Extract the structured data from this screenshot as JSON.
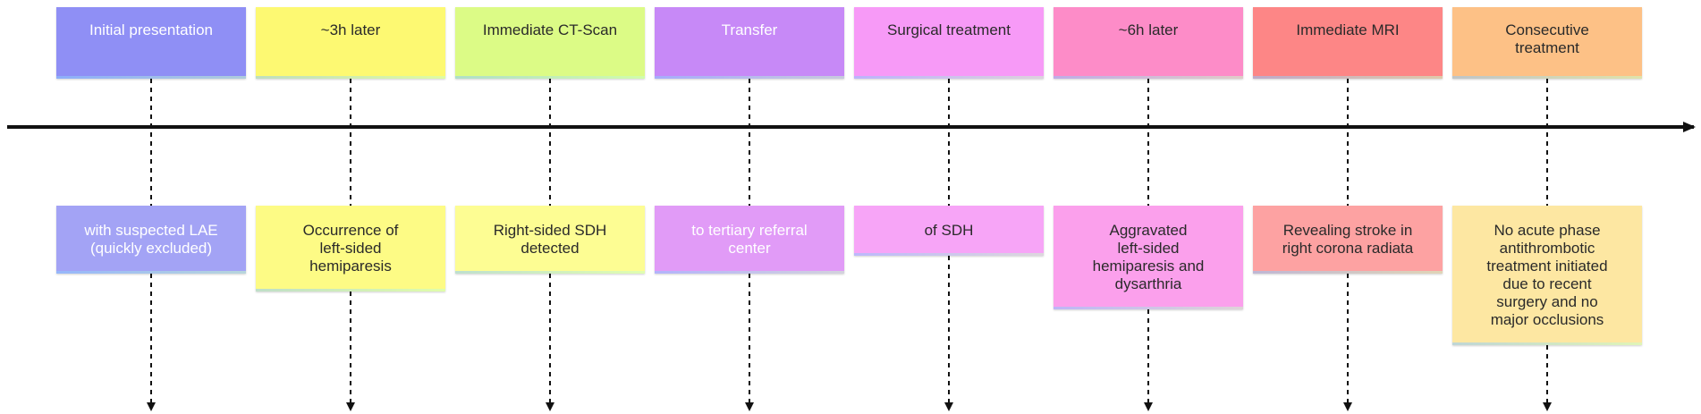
{
  "timeline": {
    "steps": [
      {
        "title": "Initial presentation",
        "detail": "with suspected LAE\n(quickly excluded)",
        "head_color": "#8f8ff5",
        "detail_color": "#a3a3f5",
        "text_tone": "dark"
      },
      {
        "title": "~3h later",
        "detail": "Occurrence of\nleft-sided\nhemiparesis",
        "head_color": "#fdf972",
        "detail_color": "#fdfb85",
        "text_tone": "light"
      },
      {
        "title": "Immediate CT-Scan",
        "detail": "Right-sided SDH\ndetected",
        "head_color": "#dcfb86",
        "detail_color": "#fdfd93",
        "text_tone": "light"
      },
      {
        "title": "Transfer",
        "detail": "to tertiary referral\ncenter",
        "head_color": "#c789f7",
        "detail_color": "#e19bf7",
        "text_tone": "dark"
      },
      {
        "title": "Surgical treatment",
        "detail": "of SDH",
        "head_color": "#f79af7",
        "detail_color": "#f7a5f7",
        "text_tone": "light"
      },
      {
        "title": "~6h later",
        "detail": "Aggravated\nleft-sided\nhemiparesis and\ndysarthria",
        "head_color": "#fd8cc8",
        "detail_color": "#fba0ec",
        "text_tone": "light"
      },
      {
        "title": "Immediate MRI",
        "detail": "Revealing stroke in\nright corona radiata",
        "head_color": "#fd8686",
        "detail_color": "#fda2a2",
        "text_tone": "light"
      },
      {
        "title": "Consecutive\ntreatment",
        "detail": "No acute phase\nantithrombotic\ntreatment initiated\ndue to recent\nsurgery and no\nmajor occlusions",
        "head_color": "#fdc186",
        "detail_color": "#fde7a2",
        "text_tone": "light"
      }
    ]
  }
}
